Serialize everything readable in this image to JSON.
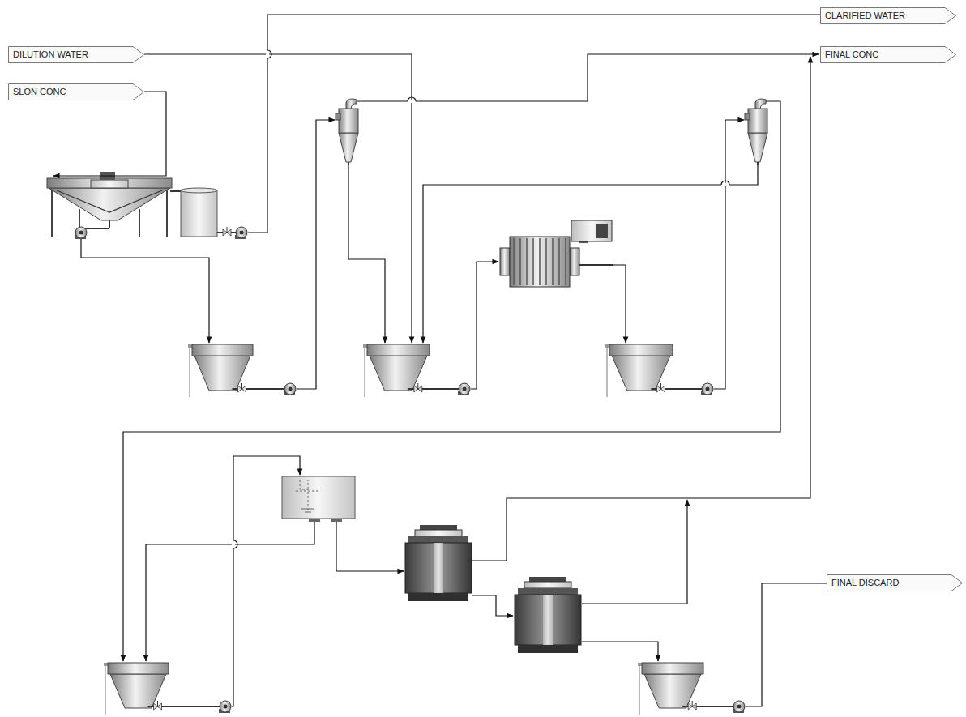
{
  "diagram": {
    "nodes": [
      {
        "text": [
          "CLARIFIED WATER"
        ]
      },
      {
        "text": [
          "DILUTION WATER"
        ]
      },
      {
        "text": [
          "FINAL CONC"
        ]
      },
      {
        "text": [
          "SLON CONC"
        ]
      },
      {
        "text": [
          "FINAL DISCARD"
        ]
      }
    ]
  }
}
